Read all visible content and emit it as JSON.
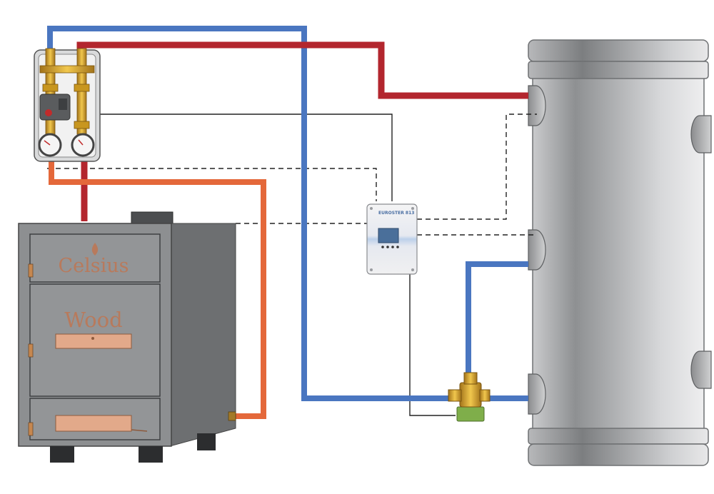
{
  "boiler": {
    "brand": "Celsius",
    "fuel": "Wood"
  },
  "controller": {
    "label": "EUROSTER 813"
  },
  "colors": {
    "hot_flow": "#b3262e",
    "cold_return": "#4a76c0",
    "boiler_return": "#e4683a",
    "boiler_body": "#8d8f91",
    "tank_body": "#a9aaac",
    "brass": "#d4a12a",
    "signal_wire": "#222222"
  },
  "icons": {
    "pump_station": "pump-group-icon",
    "controller": "temperature-controller-icon",
    "valve": "three-way-valve-icon",
    "tank": "buffer-tank-icon",
    "boiler": "wood-boiler-icon"
  }
}
